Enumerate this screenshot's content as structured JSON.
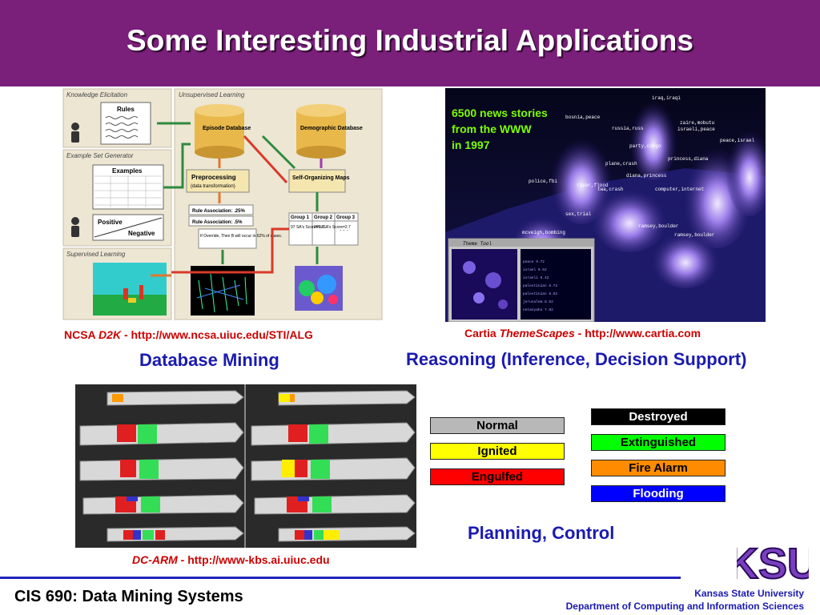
{
  "title": "Some Interesting Industrial Applications",
  "ncsa": {
    "caption_prefix": "NCSA ",
    "caption_product": "D2K",
    "caption_suffix": " - http://www.ncsa.uiuc.edu/STI/ALG",
    "section": "Database Mining",
    "panels": {
      "knowledge_elicitation": "Knowledge Elicitation",
      "unsupervised_learning": "Unsupervised Learning",
      "example_set_generator": "Example Set Generator",
      "supervised_learning": "Supervised  Learning"
    },
    "labels": {
      "rules": "Rules",
      "examples": "Examples",
      "positive": "Positive",
      "negative": "Negative",
      "episode_db": "Episode Database",
      "demographic_db": "Demographic Database",
      "preprocessing": "Preprocessing",
      "preprocessing_sub": "(data transformation)",
      "som": "Self-Organizing Maps",
      "rule_assoc_1": "Rule Association: .25%",
      "rule_assoc_2": "Rule Association: .5%",
      "override_note": "If Override, Then B will occur in 62% of cases.",
      "group1": "Group 1",
      "group2": "Group 2",
      "group3": "Group 3",
      "g1_text": "97 SA's Score=1.8",
      "g2_text": "20% SA's Score=2.7",
      "g3_text": ". . ."
    }
  },
  "cartia": {
    "caption_prefix": "Cartia ",
    "caption_product": "ThemeScapes",
    "caption_suffix": " - http://www.cartia.com",
    "section": "Reasoning (Inference, Decision Support)",
    "overlay_text_1": "6500 news stories",
    "overlay_text_2": "from the WWW",
    "overlay_text_3": "in 1997",
    "theme_tool": "Theme Tool",
    "peak_labels": [
      "iraq,iraqi",
      "bosnia,peace",
      "zaire,mobutu",
      "israeli,peace",
      "russia,russ",
      "party,congo",
      "peace,israel",
      "princess,diana",
      "plane,crash",
      "diana,princess",
      "police,fbi",
      "river,flood",
      "twa,crash",
      "computer,internet",
      "sex,trial",
      "ramsey,boulder",
      "mcveigh,bombing",
      "ramsey,boulder"
    ]
  },
  "dcarm": {
    "caption_product": "DC-ARM",
    "caption_suffix": " - http://www-kbs.ai.uiuc.edu",
    "section": "Planning, Control",
    "legend_left": [
      {
        "label": "Normal",
        "bg": "#b8b8b8",
        "fg": "#000000"
      },
      {
        "label": "Ignited",
        "bg": "#ffff00",
        "fg": "#000000"
      },
      {
        "label": "Engulfed",
        "bg": "#ff0000",
        "fg": "#000000"
      }
    ],
    "legend_right": [
      {
        "label": "Destroyed",
        "bg": "#000000",
        "fg": "#ffffff"
      },
      {
        "label": "Extinguished",
        "bg": "#00ff00",
        "fg": "#000000"
      },
      {
        "label": "Fire Alarm",
        "bg": "#ff8c00",
        "fg": "#000000"
      },
      {
        "label": "Flooding",
        "bg": "#0000ff",
        "fg": "#ffffff"
      }
    ]
  },
  "footer": {
    "course": "CIS 690: Data Mining Systems",
    "university": "Kansas State University",
    "department": "Department of Computing and Information Sciences",
    "logo_text": "KSU"
  },
  "colors": {
    "header_bg": "#7a1f7a",
    "caption_red": "#cc0000",
    "section_blue": "#1a1ab0"
  }
}
